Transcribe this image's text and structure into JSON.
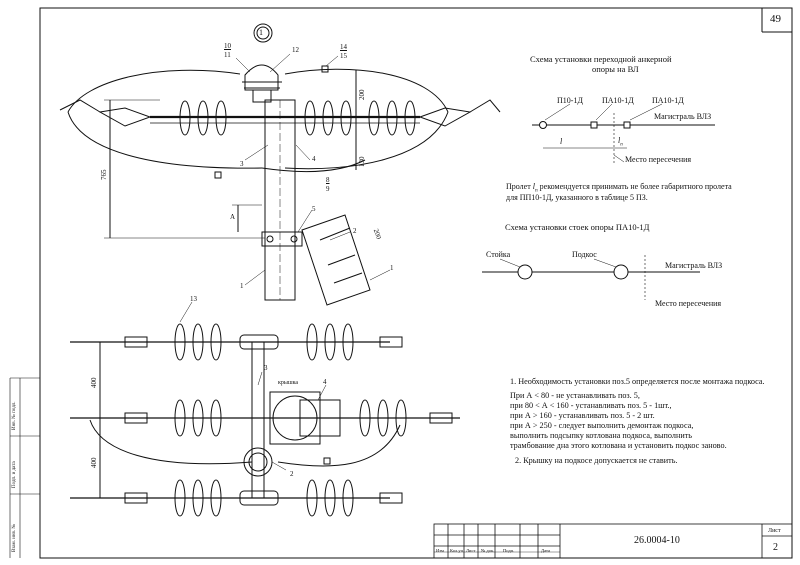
{
  "sheet": {
    "page_number": "49",
    "doc_code": "26.0004-10",
    "list_label": "Лист",
    "sheet_no": "2"
  },
  "view_marker": "1",
  "schema_anchor": {
    "title_line1": "Схема установки переходной анкерной",
    "title_line2": "опоры на ВЛ",
    "label_p10": "П10-1Д",
    "label_pa10_a": "ПА10-1Д",
    "label_pa10_b": "ПА10-1Д",
    "label_main": "Магистраль ВЛЗ",
    "label_l": "l",
    "label_ln": "l",
    "label_ln_sub": "п",
    "label_cross": "Место пересечения",
    "note_line1_pre": "Пролет",
    "note_line1_l": "l",
    "note_line1_sub": "п",
    "note_line1_post": "рекомендуется принимать не более габаритного пролета",
    "note_line2": "для ПП10-1Д, указанного в таблице 5 ПЗ."
  },
  "schema_stand": {
    "title": "Схема установки стоек опоры ПА10-1Д",
    "label_stand": "Стойка",
    "label_brace": "Подкос",
    "label_main": "Магистраль ВЛЗ",
    "label_cross": "Место пересечения"
  },
  "dims": {
    "d765": "765",
    "d200": "200",
    "d130": "130",
    "d400a": "400",
    "d400b": "400",
    "d200b": "200",
    "dA": "А"
  },
  "callouts": {
    "c10": "10",
    "c11": "11",
    "c12": "12",
    "c14": "14",
    "c15": "15",
    "c3": "3",
    "c4": "4",
    "c8": "8",
    "c9": "9",
    "c5": "5",
    "c2": "2",
    "c1": "1",
    "c1b": "1",
    "c13": "13",
    "c3b": "3",
    "c4b": "4",
    "c2b": "2",
    "lid": "крышка"
  },
  "notes": {
    "n1": "1. Необходимость установки поз.5 определяется после монтажа подкоса.",
    "n1a": "При А < 80 - не устанавливать поз. 5,",
    "n1b": "при 80 < А < 160 - устанавливать поз. 5 - 1шт.,",
    "n1c": "при А > 160 - устанавливать поз. 5 - 2 шт.",
    "n1d": "при А > 250 - следует выполнить демонтаж подкоса,",
    "n1e": "выполнить подсыпку котлована подкоса, выполнить",
    "n1f": "трамбование дна этого котлована и установить подкос заново.",
    "n2": "2. Крышку на подкосе допускается не ставить."
  },
  "title_block": {
    "cols": [
      "Изм",
      "Кол.уч",
      "Лист",
      "№ док.",
      "Подп.",
      "Дата"
    ]
  },
  "side_stamps": {
    "s1": "Инв. № подл.",
    "s2": "Подп. и дата",
    "s3": "Взам. инв. №"
  }
}
